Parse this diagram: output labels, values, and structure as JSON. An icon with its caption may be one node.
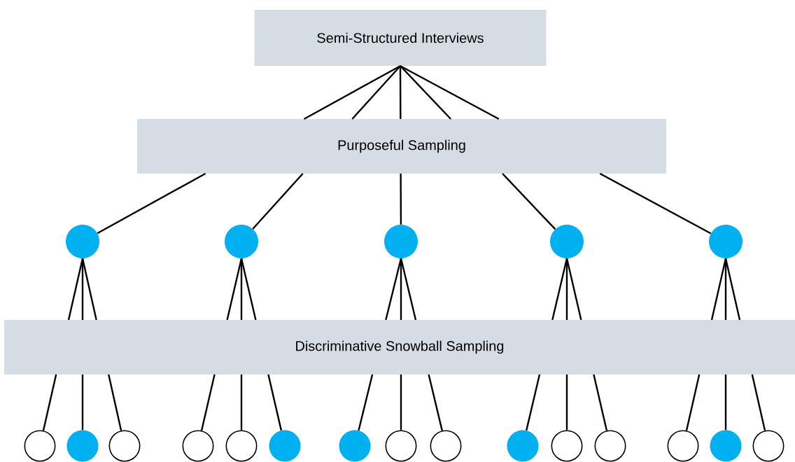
{
  "diagram": {
    "nodes": [
      {
        "text": [
          "Semi-Structured Interviews"
        ]
      },
      {
        "text": [
          "Purposeful Sampling"
        ]
      },
      {
        "text": [],
        "shape": "circle"
      },
      {
        "text": [],
        "shape": "circle"
      },
      {
        "text": [],
        "shape": "circle"
      },
      {
        "text": [],
        "shape": "circle"
      },
      {
        "text": [],
        "shape": "circle"
      },
      {
        "text": [
          "Discriminative Snowball Sampling"
        ]
      },
      {
        "text": [],
        "shape": "circle"
      },
      {
        "text": [],
        "shape": "circle"
      },
      {
        "text": [],
        "shape": "circle"
      },
      {
        "text": [],
        "shape": "circle"
      },
      {
        "text": [],
        "shape": "circle"
      },
      {
        "text": [],
        "shape": "circle"
      },
      {
        "text": [],
        "shape": "circle"
      },
      {
        "text": [],
        "shape": "circle"
      },
      {
        "text": [],
        "shape": "circle"
      },
      {
        "text": [],
        "shape": "circle"
      },
      {
        "text": [],
        "shape": "circle"
      },
      {
        "text": [],
        "shape": "circle"
      },
      {
        "text": [],
        "shape": "circle"
      },
      {
        "text": [],
        "shape": "circle"
      },
      {
        "text": [],
        "shape": "circle"
      }
    ],
    "edges": [
      {
        "from": 0,
        "to": 1,
        "arrow": "none"
      },
      {
        "from": 0,
        "to": 1,
        "arrow": "none"
      },
      {
        "from": 0,
        "to": 1,
        "arrow": "none"
      },
      {
        "from": 0,
        "to": 1,
        "arrow": "none"
      },
      {
        "from": 0,
        "to": 1,
        "arrow": "none"
      },
      {
        "from": 1,
        "to": 2,
        "arrow": "none"
      },
      {
        "from": 1,
        "to": 3,
        "arrow": "none"
      },
      {
        "from": 1,
        "to": 4,
        "arrow": "none"
      },
      {
        "from": 1,
        "to": 5,
        "arrow": "none"
      },
      {
        "from": 1,
        "to": 6,
        "arrow": "none"
      },
      {
        "from": 2,
        "to": 7,
        "arrow": "none"
      },
      {
        "from": 2,
        "to": 7,
        "arrow": "none"
      },
      {
        "from": 2,
        "to": 7,
        "arrow": "none"
      },
      {
        "from": 3,
        "to": 7,
        "arrow": "none"
      },
      {
        "from": 3,
        "to": 7,
        "arrow": "none"
      },
      {
        "from": 3,
        "to": 7,
        "arrow": "none"
      },
      {
        "from": 4,
        "to": 7,
        "arrow": "none"
      },
      {
        "from": 4,
        "to": 7,
        "arrow": "none"
      },
      {
        "from": 4,
        "to": 7,
        "arrow": "none"
      },
      {
        "from": 5,
        "to": 7,
        "arrow": "none"
      },
      {
        "from": 5,
        "to": 7,
        "arrow": "none"
      },
      {
        "from": 5,
        "to": 7,
        "arrow": "none"
      },
      {
        "from": 6,
        "to": 7,
        "arrow": "none"
      },
      {
        "from": 6,
        "to": 7,
        "arrow": "none"
      },
      {
        "from": 6,
        "to": 7,
        "arrow": "none"
      },
      {
        "from": 7,
        "to": 8,
        "arrow": "none"
      },
      {
        "from": 7,
        "to": 9,
        "arrow": "none"
      },
      {
        "from": 7,
        "to": 10,
        "arrow": "none"
      },
      {
        "from": 7,
        "to": 11,
        "arrow": "none"
      },
      {
        "from": 7,
        "to": 12,
        "arrow": "none"
      },
      {
        "from": 7,
        "to": 13,
        "arrow": "none"
      },
      {
        "from": 7,
        "to": 14,
        "arrow": "none"
      },
      {
        "from": 7,
        "to": 15,
        "arrow": "none"
      },
      {
        "from": 7,
        "to": 16,
        "arrow": "none"
      },
      {
        "from": 7,
        "to": 17,
        "arrow": "none"
      },
      {
        "from": 7,
        "to": 18,
        "arrow": "none"
      },
      {
        "from": 7,
        "to": 19,
        "arrow": "none"
      },
      {
        "from": 7,
        "to": 20,
        "arrow": "none"
      },
      {
        "from": 7,
        "to": 21,
        "arrow": "none"
      },
      {
        "from": 7,
        "to": 22,
        "arrow": "none"
      }
    ]
  }
}
